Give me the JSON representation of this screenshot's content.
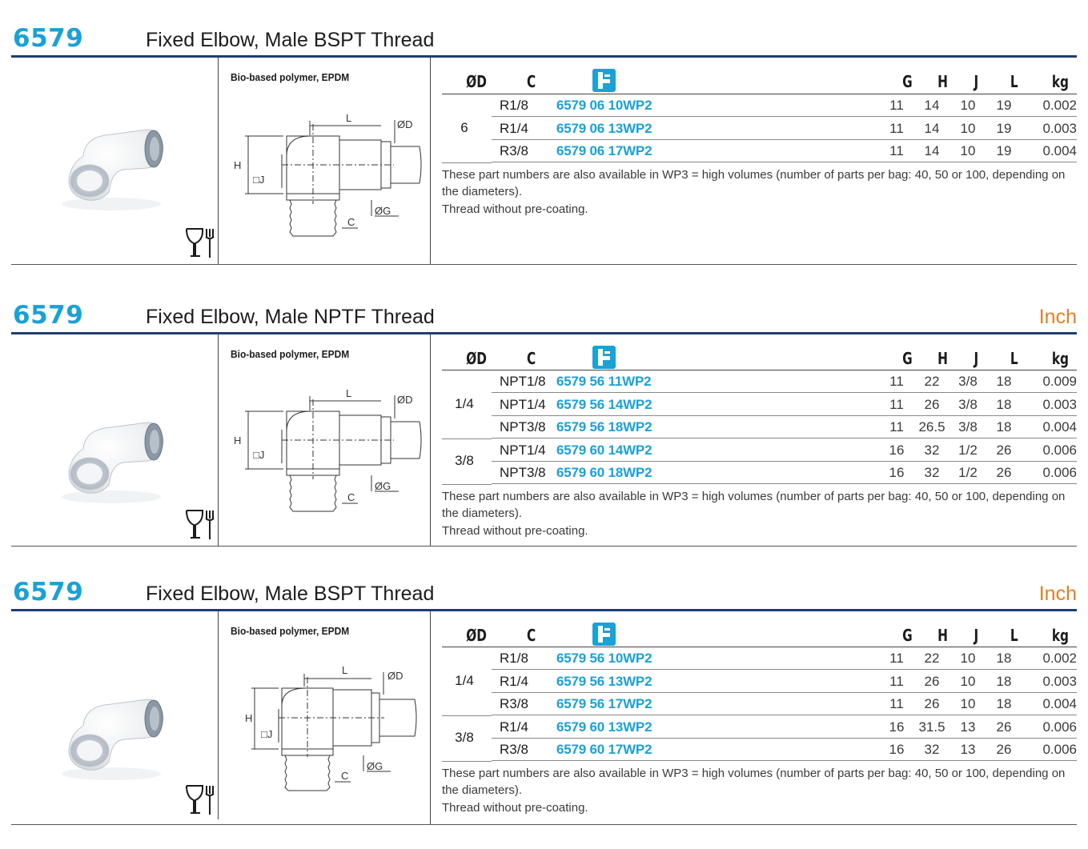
{
  "columns": {
    "od": "ØD",
    "c": "C",
    "g": "G",
    "h": "H",
    "j": "J",
    "l": "L",
    "kg": "kg",
    "part_icon": "part-number-icon"
  },
  "colors": {
    "accent_blue": "#1aa1d6",
    "inch_orange": "#e37f22",
    "rule_navy": "#1f3d72"
  },
  "drawing_labels": {
    "l": "L",
    "od": "ØD",
    "h": "H",
    "j": "□J",
    "g": "ØG",
    "c": "C"
  },
  "sections": [
    {
      "code": "6579",
      "title": "Fixed Elbow, Male BSPT Thread",
      "unit": "",
      "material": "Bio-based polymer, EPDM",
      "groups": [
        {
          "od": "6",
          "rows": [
            {
              "c": "R1/8",
              "part": "6579 06 10WP2",
              "g": "11",
              "h": "14",
              "j": "10",
              "l": "19",
              "kg": "0.002"
            },
            {
              "c": "R1/4",
              "part": "6579 06 13WP2",
              "g": "11",
              "h": "14",
              "j": "10",
              "l": "19",
              "kg": "0.003"
            },
            {
              "c": "R3/8",
              "part": "6579 06 17WP2",
              "g": "11",
              "h": "14",
              "j": "10",
              "l": "19",
              "kg": "0.004"
            }
          ]
        }
      ],
      "notes": [
        "These part numbers are also available in WP3 = high volumes (number of parts per bag: 40, 50 or 100, depending on the diameters).",
        "Thread without pre-coating."
      ]
    },
    {
      "code": "6579",
      "title": "Fixed Elbow, Male NPTF Thread",
      "unit": "Inch",
      "material": "Bio-based polymer, EPDM",
      "groups": [
        {
          "od": "1/4",
          "rows": [
            {
              "c": "NPT1/8",
              "part": "6579 56 11WP2",
              "g": "11",
              "h": "22",
              "j": "3/8",
              "l": "18",
              "kg": "0.009"
            },
            {
              "c": "NPT1/4",
              "part": "6579 56 14WP2",
              "g": "11",
              "h": "26",
              "j": "3/8",
              "l": "18",
              "kg": "0.003"
            },
            {
              "c": "NPT3/8",
              "part": "6579 56 18WP2",
              "g": "11",
              "h": "26.5",
              "j": "3/8",
              "l": "18",
              "kg": "0.004"
            }
          ]
        },
        {
          "od": "3/8",
          "rows": [
            {
              "c": "NPT1/4",
              "part": "6579 60 14WP2",
              "g": "16",
              "h": "32",
              "j": "1/2",
              "l": "26",
              "kg": "0.006"
            },
            {
              "c": "NPT3/8",
              "part": "6579 60 18WP2",
              "g": "16",
              "h": "32",
              "j": "1/2",
              "l": "26",
              "kg": "0.006"
            }
          ]
        }
      ],
      "notes": [
        "These part numbers are also available in WP3 = high volumes (number of parts per bag: 40, 50 or 100, depending on the diameters).",
        "Thread without pre-coating."
      ]
    },
    {
      "code": "6579",
      "title": "Fixed Elbow, Male BSPT Thread",
      "unit": "Inch",
      "material": "Bio-based polymer, EPDM",
      "groups": [
        {
          "od": "1/4",
          "rows": [
            {
              "c": "R1/8",
              "part": "6579 56 10WP2",
              "g": "11",
              "h": "22",
              "j": "10",
              "l": "18",
              "kg": "0.002"
            },
            {
              "c": "R1/4",
              "part": "6579 56 13WP2",
              "g": "11",
              "h": "26",
              "j": "10",
              "l": "18",
              "kg": "0.003"
            },
            {
              "c": "R3/8",
              "part": "6579 56 17WP2",
              "g": "11",
              "h": "26",
              "j": "10",
              "l": "18",
              "kg": "0.004"
            }
          ]
        },
        {
          "od": "3/8",
          "rows": [
            {
              "c": "R1/4",
              "part": "6579 60 13WP2",
              "g": "16",
              "h": "31.5",
              "j": "13",
              "l": "26",
              "kg": "0.006"
            },
            {
              "c": "R3/8",
              "part": "6579 60 17WP2",
              "g": "16",
              "h": "32",
              "j": "13",
              "l": "26",
              "kg": "0.006"
            }
          ]
        }
      ],
      "notes": [
        "These part numbers are also available in WP3 = high volumes (number of parts per bag: 40, 50 or 100, depending on the diameters).",
        "Thread without pre-coating."
      ]
    }
  ]
}
